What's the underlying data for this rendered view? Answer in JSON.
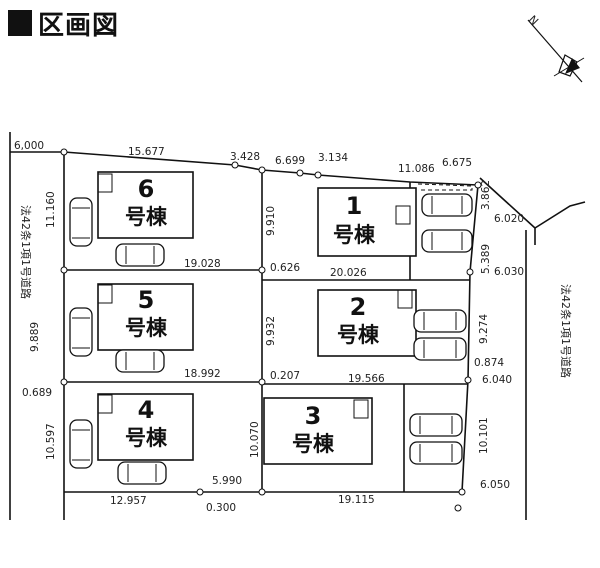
{
  "title": "区画図",
  "north_label": "N",
  "roads": {
    "left": "法42条1項1号道路",
    "right": "法42条1項1号道路"
  },
  "lots": [
    {
      "key": "6",
      "num": "6",
      "label": "号棟"
    },
    {
      "key": "5",
      "num": "5",
      "label": "号棟"
    },
    {
      "key": "4",
      "num": "4",
      "label": "号棟"
    },
    {
      "key": "1",
      "num": "1",
      "label": "号棟"
    },
    {
      "key": "2",
      "num": "2",
      "label": "号棟"
    },
    {
      "key": "3",
      "num": "3",
      "label": "号棟"
    }
  ],
  "dimensions": {
    "top_left": "6,000",
    "top_6": "15.677",
    "top_a": "3.428",
    "top_b": "6.699",
    "top_c": "3.134",
    "top_d": "11.086",
    "top_e": "6.675",
    "right_a": "3.862",
    "right_b": "6.020",
    "lot6_left": "11.160",
    "lot6_right": "9.910",
    "row1_left": "19.028",
    "row1_mid": "0.626",
    "row1_right": "20.026",
    "right_c": "5.389",
    "right_d": "6.030",
    "lot5_left": "9.889",
    "lot5_right": "9.932",
    "right_e": "9.274",
    "right_f": "0.874",
    "row2_left": "18.992",
    "row2_mid": "0.207",
    "row2_right": "19.566",
    "right_g": "6.040",
    "left_a": "0.689",
    "lot4_left": "10.597",
    "lot4_right": "10.070",
    "right_h": "10.101",
    "bottom_a": "5.990",
    "right_i": "6.050",
    "bottom_left": "12.957",
    "bottom_b": "0.300",
    "bottom_right": "19.115"
  }
}
